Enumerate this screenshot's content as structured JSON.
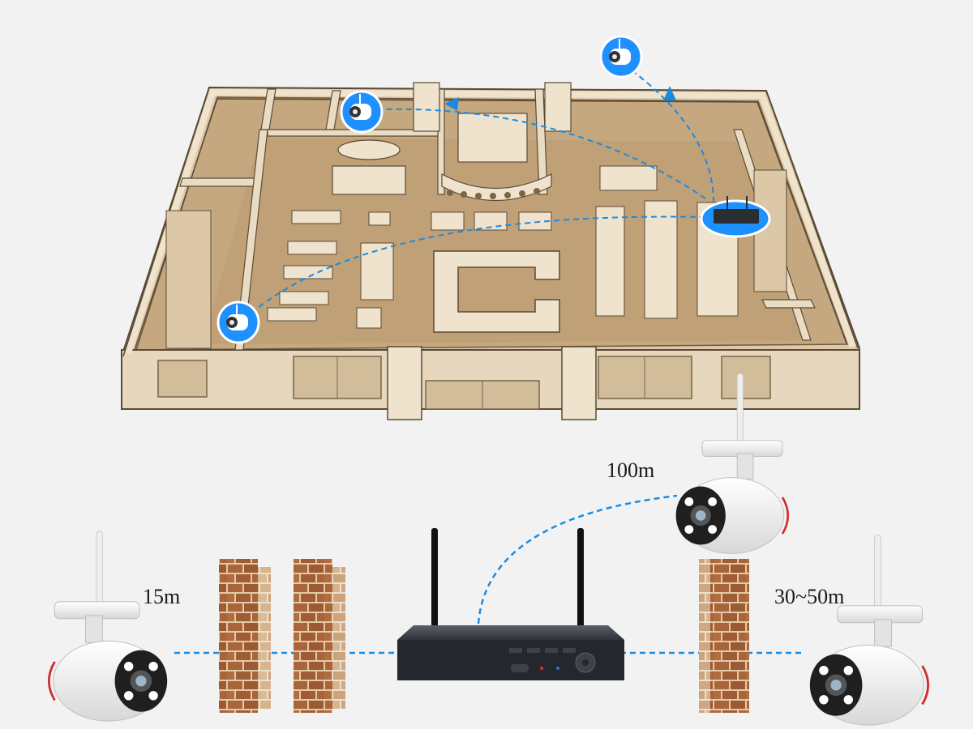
{
  "labels": {
    "left_distance": "15m",
    "top_distance": "100m",
    "right_distance": "30~50m"
  },
  "nodes": {
    "floorplan": "building-floorplan",
    "nvr": "wireless-nvr-recorder",
    "camera_icon": "camera-badge-icon",
    "wall_icon": "brick-wall-icon",
    "camera_photo": "bullet-camera-icon"
  },
  "colors": {
    "link": "#1a8be0",
    "badge": "#1e90ff",
    "wall": "#a8653a",
    "wall_light": "#d9b28a",
    "floor": "#c9ad86",
    "wall_top": "#efe3cd",
    "nvr_body": "#2a2e33"
  }
}
